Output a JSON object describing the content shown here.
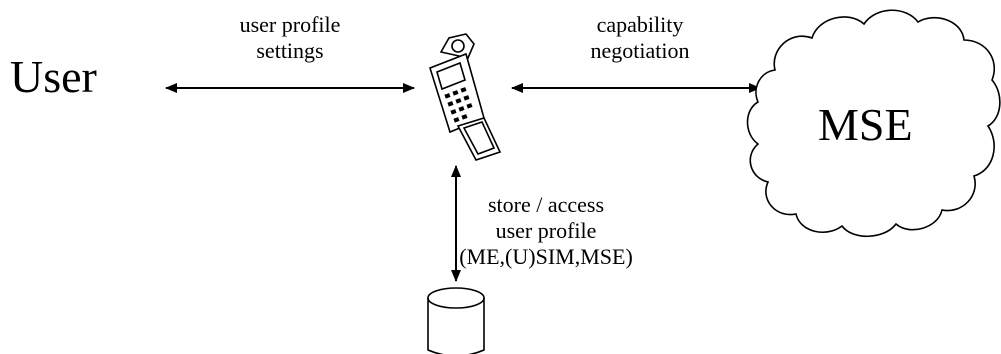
{
  "diagram": {
    "user_label": "User",
    "mse_label": "MSE",
    "user_link_label": [
      "user profile",
      "settings"
    ],
    "mse_link_label": [
      "capability",
      "negotiation"
    ],
    "storage_link_label": [
      "store / access",
      "user profile",
      "(ME,(U)SIM,MSE)"
    ],
    "phone_icon": "mobile-phone-icon",
    "cloud_icon": "cloud-icon",
    "database_icon": "database-cylinder-icon",
    "colors": {
      "stroke": "#000000",
      "background": "#ffffff",
      "phone_body": "#ffffff"
    }
  }
}
